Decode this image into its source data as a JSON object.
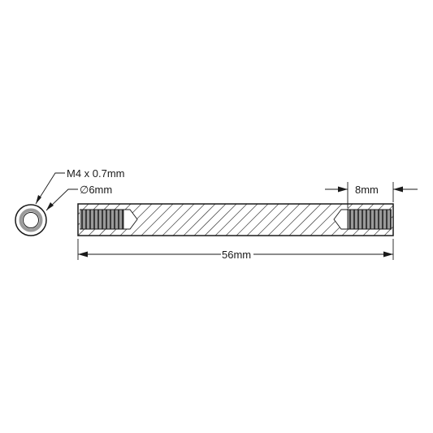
{
  "annotations": {
    "thread_spec": "M4 x 0.7mm",
    "outer_diameter": "∅6mm",
    "thread_depth": "8mm",
    "overall_length": "56mm"
  },
  "colors": {
    "line": "#1a1a1a",
    "hatch": "#555555",
    "thread_fill": "#8a8a8a",
    "thread_dark": "#3a3a3a",
    "end_ring": "#9a9a9a"
  }
}
